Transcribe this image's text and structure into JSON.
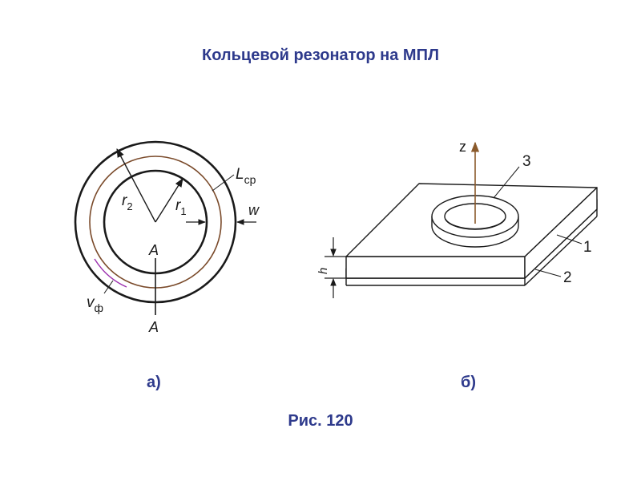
{
  "title": "Кольцевой резонатор на МПЛ",
  "caption": "Рис. 120",
  "fig_a": {
    "label": "а)",
    "r2": "r",
    "r2_sub": "2",
    "r1": "r",
    "r1_sub": "1",
    "lcp": "L",
    "lcp_sub": "ср",
    "w": "w",
    "a_top": "A",
    "a_bottom": "A",
    "vf": "v",
    "vf_sub": "ф",
    "colors": {
      "mid_ring": "#7a4a2a",
      "vf_arc": "#9b2fae"
    }
  },
  "fig_b": {
    "label": "б)",
    "z": "z",
    "h": "h",
    "n1": "1",
    "n2": "2",
    "n3": "3",
    "colors": {
      "z_axis": "#8a5a2b"
    }
  },
  "colors": {
    "title": "#2e3a8c"
  }
}
